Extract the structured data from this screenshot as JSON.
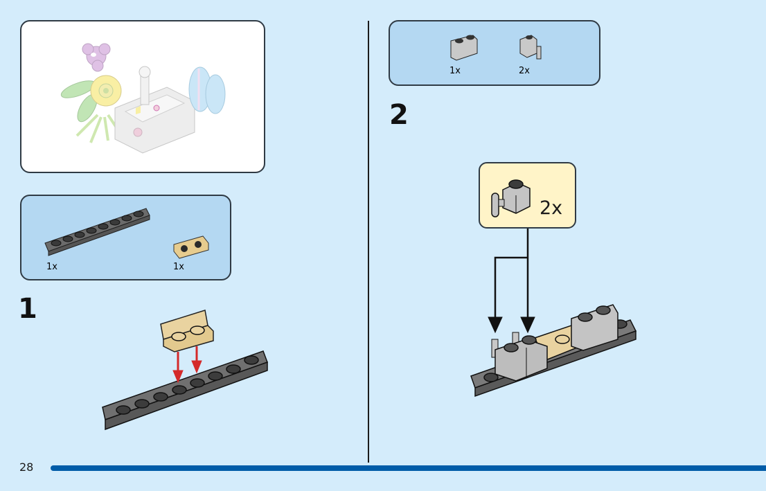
{
  "page": {
    "number": "28",
    "background_color": "#d4ecfb",
    "accent_bar_color": "#005ca8"
  },
  "preview": {
    "description": "faded preview of completed flower-bouquet model",
    "icons": [
      "purple-flower",
      "sunflower",
      "green-leaves",
      "grey-base-model",
      "blue-butterfly"
    ]
  },
  "steps": [
    {
      "number": "1",
      "parts": [
        {
          "name": "dark grey 1x8 plate with rail",
          "qty": "1x"
        },
        {
          "name": "tan bracket 1x2",
          "qty": "1x"
        }
      ],
      "arrow_color": "#d42a2a"
    },
    {
      "number": "2",
      "parts": [
        {
          "name": "light grey 1x2 rounded brick",
          "qty": "1x"
        },
        {
          "name": "light grey 1x1 brick with bar handle",
          "qty": "2x"
        }
      ],
      "callout": {
        "part": "light grey 1x1 brick with bar handle",
        "qty": "2x"
      },
      "arrow_color": "#111111"
    }
  ]
}
